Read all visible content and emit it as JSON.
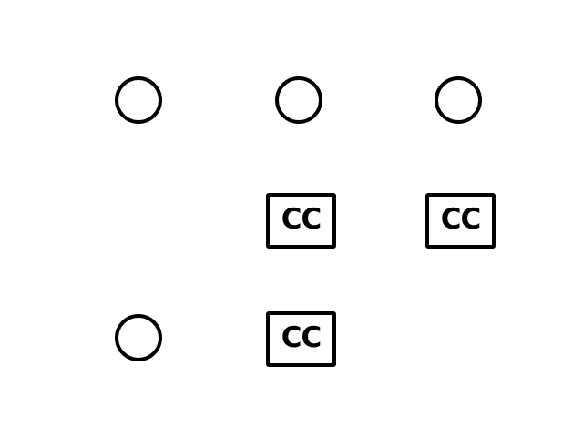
{
  "diagram": {
    "grid": {
      "rows": 3,
      "columns": 3
    },
    "cells": [
      {
        "row": 1,
        "col": 1,
        "icon": "circle-icon"
      },
      {
        "row": 1,
        "col": 2,
        "icon": "circle-icon"
      },
      {
        "row": 1,
        "col": 3,
        "icon": "circle-icon"
      },
      {
        "row": 2,
        "col": 1,
        "icon": "empty"
      },
      {
        "row": 2,
        "col": 2,
        "icon": "closed-captions-icon",
        "label": "CC"
      },
      {
        "row": 2,
        "col": 3,
        "icon": "closed-captions-icon",
        "label": "CC"
      },
      {
        "row": 3,
        "col": 1,
        "icon": "circle-icon"
      },
      {
        "row": 3,
        "col": 2,
        "icon": "closed-captions-icon",
        "label": "CC"
      },
      {
        "row": 3,
        "col": 3,
        "icon": "empty"
      }
    ],
    "colors": {
      "stroke": "#000000",
      "background": "#ffffff"
    }
  }
}
